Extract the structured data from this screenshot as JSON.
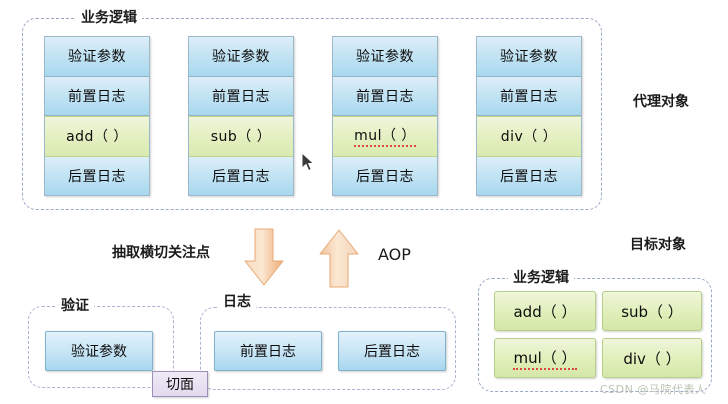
{
  "diagram": {
    "title_proxy_object": "代理对象",
    "title_target_object": "目标对象",
    "proxy_group_label": "业务逻辑",
    "target_group_label": "业务逻辑",
    "aop_label": "AOP",
    "extract_label": "抽取横切关注点",
    "aspect_label": "切面",
    "validate_group_label": "验证",
    "log_group_label": "日志",
    "watermark": "CSDN @马院代表人"
  },
  "proxy_columns": [
    {
      "name": "add",
      "rows": [
        {
          "text": "验证参数",
          "kind": "blue",
          "misspelled": false
        },
        {
          "text": "前置日志",
          "kind": "blue",
          "misspelled": false
        },
        {
          "text": "add（ ）",
          "kind": "green",
          "misspelled": false
        },
        {
          "text": "后置日志",
          "kind": "blue",
          "misspelled": false
        }
      ]
    },
    {
      "name": "sub",
      "rows": [
        {
          "text": "验证参数",
          "kind": "blue",
          "misspelled": false
        },
        {
          "text": "前置日志",
          "kind": "blue",
          "misspelled": false
        },
        {
          "text": "sub（ ）",
          "kind": "green",
          "misspelled": false
        },
        {
          "text": "后置日志",
          "kind": "blue",
          "misspelled": false
        }
      ]
    },
    {
      "name": "mul",
      "rows": [
        {
          "text": "验证参数",
          "kind": "blue",
          "misspelled": false
        },
        {
          "text": "前置日志",
          "kind": "blue",
          "misspelled": false
        },
        {
          "text": "mul（ ）",
          "kind": "green",
          "misspelled": true
        },
        {
          "text": "后置日志",
          "kind": "blue",
          "misspelled": false
        }
      ]
    },
    {
      "name": "div",
      "rows": [
        {
          "text": "验证参数",
          "kind": "blue",
          "misspelled": false
        },
        {
          "text": "前置日志",
          "kind": "blue",
          "misspelled": false
        },
        {
          "text": "div（ ）",
          "kind": "green",
          "misspelled": false
        },
        {
          "text": "后置日志",
          "kind": "blue",
          "misspelled": false
        }
      ]
    }
  ],
  "validate_aspect": {
    "items": [
      "验证参数"
    ]
  },
  "log_aspect": {
    "items": [
      "前置日志",
      "后置日志"
    ]
  },
  "target_methods": [
    {
      "text": "add（ ）",
      "misspelled": false
    },
    {
      "text": "sub（ ）",
      "misspelled": false
    },
    {
      "text": "mul（ ）",
      "misspelled": true
    },
    {
      "text": "div（ ）",
      "misspelled": false
    }
  ],
  "colors": {
    "blue_fill": "#c4e4f4",
    "green_fill": "#e0efba",
    "purple_fill": "#e2daee",
    "arrow_orange": "#f3bb86",
    "dashed_border": "#9aa7c7",
    "misspell_underline": "#d94a3a"
  },
  "icons": {
    "down_arrow": "down-arrow-icon",
    "up_arrow": "up-arrow-icon",
    "cursor": "mouse-cursor-icon"
  }
}
